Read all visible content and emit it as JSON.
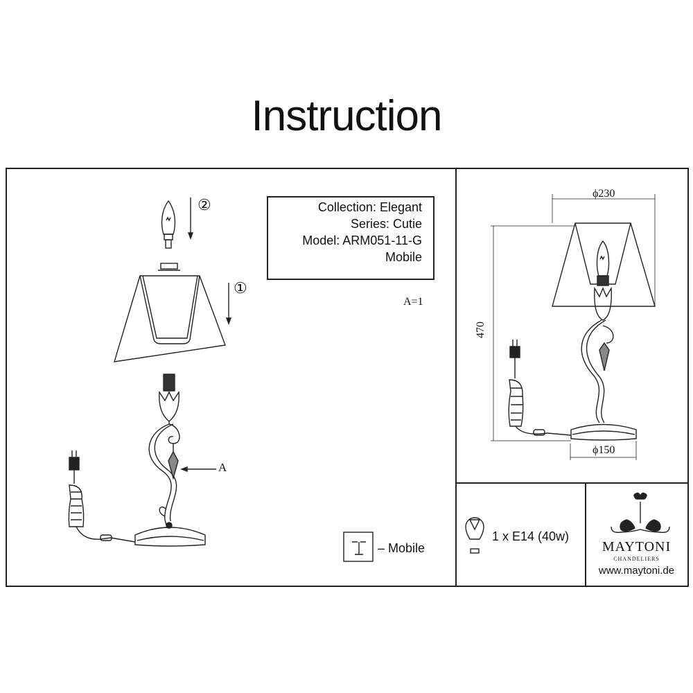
{
  "title": "Instruction",
  "info": {
    "collection": "Collection: Elegant",
    "series": "Series: Cutie",
    "model": "Model: ARM051-11-G",
    "type": "Mobile"
  },
  "assembly": {
    "step1": "①",
    "step2": "②",
    "part_a_label": "A",
    "part_count": "A=1",
    "mobile_legend": "– Mobile"
  },
  "dimensions": {
    "shade_diameter": "ϕ230",
    "height": "470",
    "base_diameter": "ϕ150"
  },
  "bulb_spec": "1 x E14 (40w)",
  "brand": {
    "name": "MAYTONI",
    "tagline": "CHANDELIERS",
    "website": "www.maytoni.de"
  }
}
